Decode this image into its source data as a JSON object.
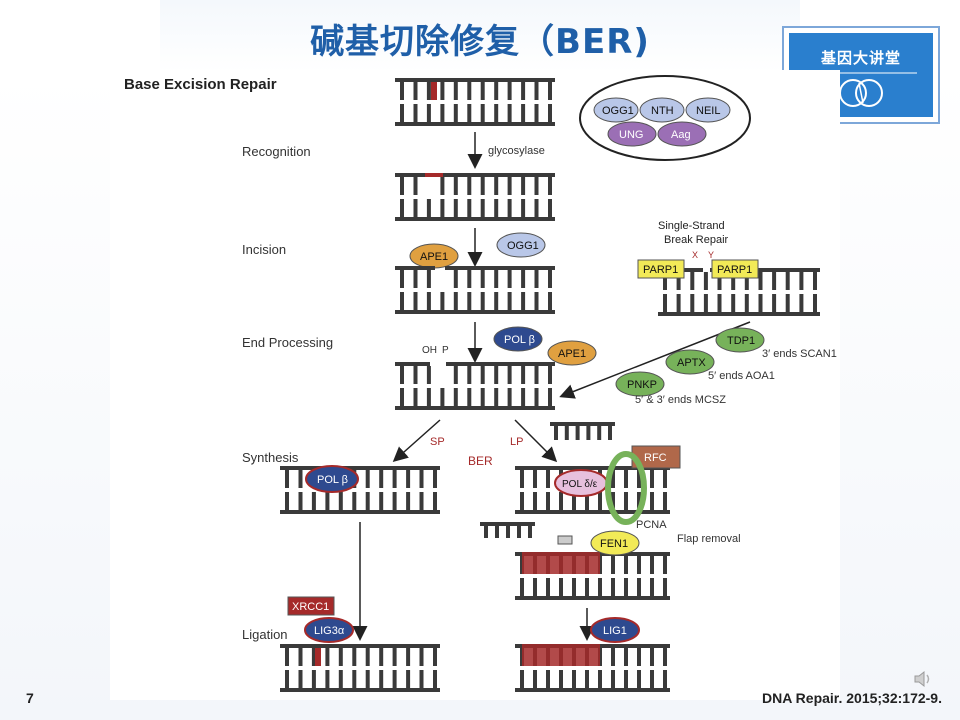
{
  "slide": {
    "title": "碱基切除修复（BER)",
    "page_number": "7",
    "citation": "DNA Repair. 2015;32:172-9.",
    "logo_text": "基因大讲堂",
    "logo_icon": "double-helix-logo-icon",
    "speaker_icon": "speaker-icon"
  },
  "diagram": {
    "heading": "Base Excision Repair",
    "steps": [
      "Recognition",
      "Incision",
      "End Processing",
      "Synthesis",
      "Ligation"
    ],
    "glycosylases": [
      "OGG1",
      "NTH",
      "NEIL",
      "UNG",
      "Aag"
    ],
    "glycosylase_label": "glycosylase",
    "incision_proteins": [
      "APE1",
      "OGG1"
    ],
    "end_processing_proteins": [
      "POL β",
      "APE1"
    ],
    "end_labels": [
      "OH",
      "P"
    ],
    "ssbr": {
      "title_line1": "Single-Strand",
      "title_line2": "Break Repair",
      "x_label": "X",
      "y_label": "Y",
      "parp_left": "PARP1",
      "parp_right": "PARP1",
      "proteins": [
        "TDP1",
        "APTX",
        "PNKP"
      ],
      "annotations": [
        "3′ ends SCAN1",
        "5′ ends AOA1",
        "5′ & 3′ ends MCSZ"
      ]
    },
    "branch_labels": {
      "sp": "SP",
      "ber": "BER",
      "lp": "LP"
    },
    "synthesis_sp_protein": "POL β",
    "synthesis_lp": {
      "rfc": "RFC",
      "pol": "POL δ/ε",
      "pcna": "PCNA"
    },
    "flap": {
      "protein": "FEN1",
      "label": "Flap removal"
    },
    "ligation": {
      "xrcc1": "XRCC1",
      "lig3": "LIG3α",
      "lig1": "LIG1"
    },
    "colors": {
      "dna": "#3a3a3a",
      "damage": "#a52a2a",
      "ogg1": "#b9c7e8",
      "purple": "#9b6fb5",
      "apex": "#e0a040",
      "polb": "#2e4a8f",
      "green": "#77b25a",
      "yellow": "#f2ea57",
      "rfc": "#b0684a",
      "title_blue": "#1f5fa8"
    }
  }
}
